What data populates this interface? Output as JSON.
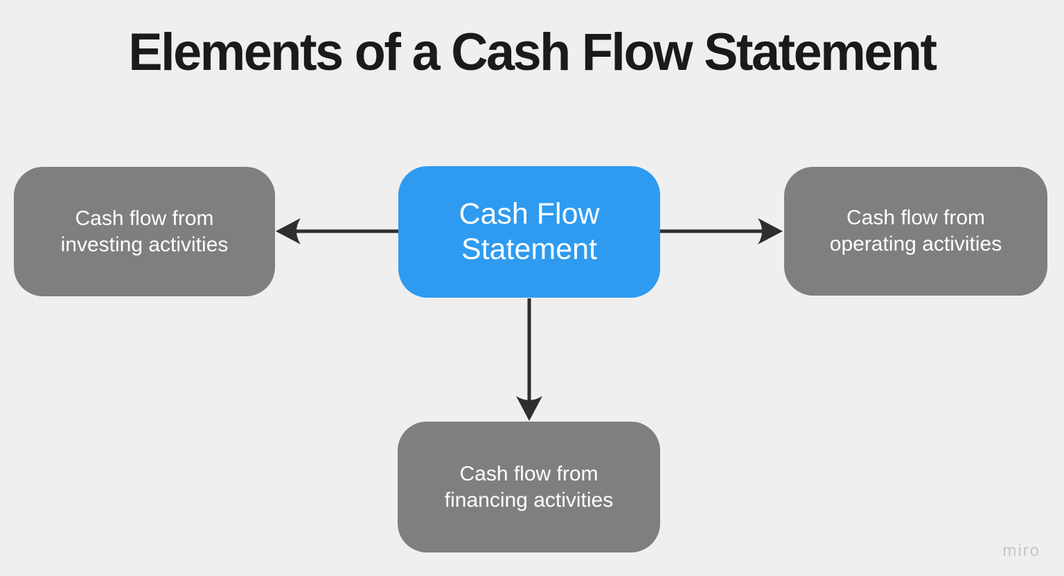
{
  "title": "Elements of a Cash Flow Statement",
  "diagram": {
    "center_node": {
      "line1": "Cash Flow",
      "line2": "Statement"
    },
    "investing_node": {
      "line1": "Cash flow from",
      "line2": "investing activities"
    },
    "operating_node": {
      "line1": "Cash flow from",
      "line2": "operating activities"
    },
    "financing_node": {
      "line1": "Cash flow from",
      "line2": "financing activities"
    },
    "arrows": [
      {
        "name": "center-to-investing",
        "direction": "left"
      },
      {
        "name": "center-to-operating",
        "direction": "right"
      },
      {
        "name": "center-to-financing",
        "direction": "down"
      }
    ]
  },
  "colors": {
    "background": "#EFEFEF",
    "accent_blue": "#2E9BF0",
    "node_gray": "#7F7F7F",
    "arrow": "#2E2E2E",
    "title_text": "#1A1A1A",
    "node_text": "#FFFFFF",
    "watermark": "#C5C5CE"
  },
  "watermark": "miro"
}
